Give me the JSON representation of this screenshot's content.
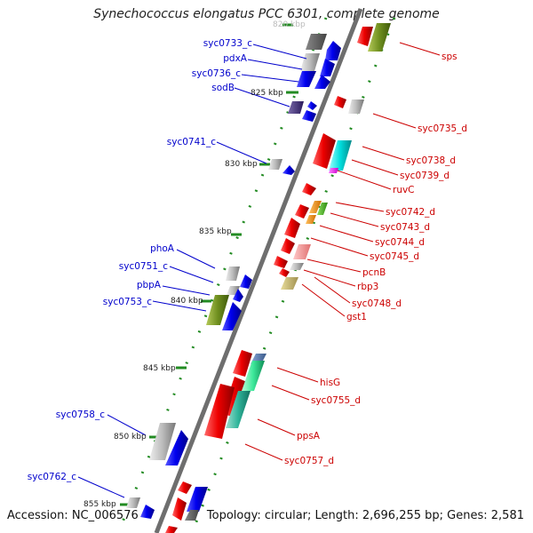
{
  "title": "Synechococcus elongatus PCC 6301, complete genome",
  "footer": {
    "accession": "Accession: NC_006576",
    "topology": "Topology: circular; Length: 2,696,255 bp; Genes: 2,581"
  },
  "scale_labels": [
    "820 kbp",
    "825 kbp",
    "830 kbp",
    "835 kbp",
    "840 kbp",
    "845 kbp",
    "850 kbp",
    "855 kbp"
  ],
  "left_labels": [
    "syc0733_c",
    "pdxA",
    "syc0736_c",
    "sodB",
    "syc0741_c",
    "phoA",
    "syc0751_c",
    "pbpA",
    "syc0753_c",
    "syc0758_c",
    "syc0762_c"
  ],
  "right_labels": [
    "sps",
    "syc0735_d",
    "syc0738_d",
    "syc0739_d",
    "ruvC",
    "syc0742_d",
    "syc0743_d",
    "syc0744_d",
    "syc0745_d",
    "pcnB",
    "rbp3",
    "syc0748_d",
    "gst1",
    "hisG",
    "syc0755_d",
    "ppsA",
    "syc0757_d"
  ],
  "colors": {
    "backbone": "#808080",
    "minus_strand_label": "#0000cc",
    "plus_strand_label": "#cc0000",
    "gc_dots": "#228b22"
  }
}
